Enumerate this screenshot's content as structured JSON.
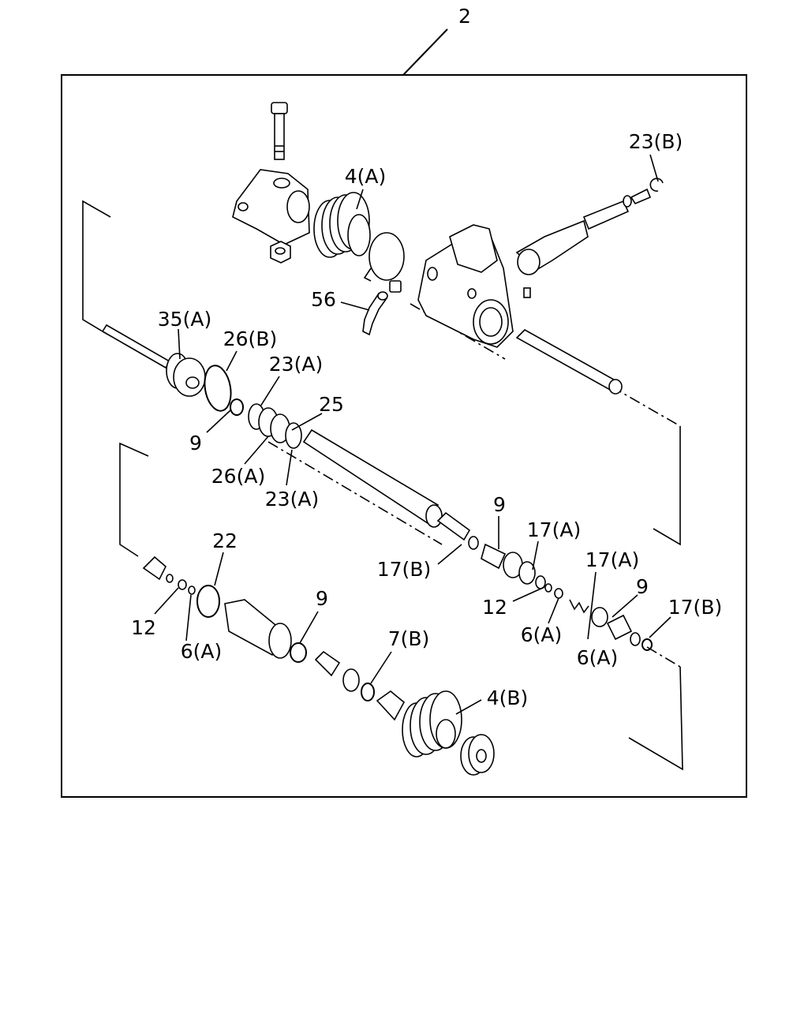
{
  "assembly_label": "2",
  "callouts": [
    {
      "id": "c-23b-top",
      "text": "23(B)"
    },
    {
      "id": "c-4a",
      "text": "4(A)"
    },
    {
      "id": "c-56",
      "text": "56"
    },
    {
      "id": "c-35a",
      "text": "35(A)"
    },
    {
      "id": "c-26b",
      "text": "26(B)"
    },
    {
      "id": "c-23a-top",
      "text": "23(A)"
    },
    {
      "id": "c-25",
      "text": "25"
    },
    {
      "id": "c-9-left",
      "text": "9"
    },
    {
      "id": "c-26a",
      "text": "26(A)"
    },
    {
      "id": "c-23a-bottom",
      "text": "23(A)"
    },
    {
      "id": "c-9-mid",
      "text": "9"
    },
    {
      "id": "c-17a-mid",
      "text": "17(A)"
    },
    {
      "id": "c-17b-mid",
      "text": "17(B)"
    },
    {
      "id": "c-22",
      "text": "22"
    },
    {
      "id": "c-12-right",
      "text": "12"
    },
    {
      "id": "c-17a-right",
      "text": "17(A)"
    },
    {
      "id": "c-9-right",
      "text": "9"
    },
    {
      "id": "c-17b-right",
      "text": "17(B)"
    },
    {
      "id": "c-6a-mid",
      "text": "6(A)"
    },
    {
      "id": "c-6a-right",
      "text": "6(A)"
    },
    {
      "id": "c-12-left",
      "text": "12"
    },
    {
      "id": "c-6a-left",
      "text": "6(A)"
    },
    {
      "id": "c-9-bottom",
      "text": "9"
    },
    {
      "id": "c-7b",
      "text": "7(B)"
    },
    {
      "id": "c-4b",
      "text": "4(B)"
    }
  ]
}
